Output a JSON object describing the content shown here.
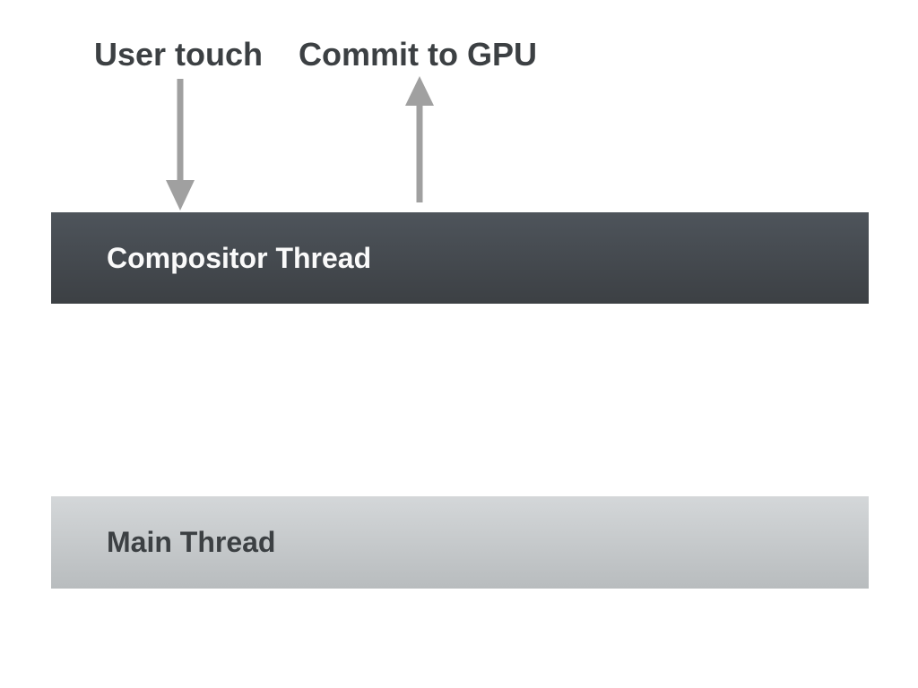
{
  "diagram": {
    "annotations": {
      "user_touch": "User touch",
      "commit_to_gpu": "Commit to GPU"
    },
    "bars": {
      "compositor": {
        "label": "Compositor Thread"
      },
      "main": {
        "label": "Main Thread"
      }
    },
    "arrows": [
      {
        "name": "user-touch-arrow",
        "direction": "down",
        "from": "User touch",
        "to": "Compositor Thread"
      },
      {
        "name": "commit-to-gpu-arrow",
        "direction": "up",
        "from": "Compositor Thread",
        "to": "Commit to GPU"
      }
    ]
  },
  "colors": {
    "background": "#ffffff",
    "label_text": "#3c4043",
    "arrow": "#a0a0a0",
    "compositor_bar_top": "#4e545b",
    "compositor_bar_bottom": "#3c4044",
    "compositor_bar_text": "#fafafa",
    "main_bar_top": "#d4d7d9",
    "main_bar_bottom": "#b8bcbe",
    "main_bar_text": "#3c4043"
  }
}
